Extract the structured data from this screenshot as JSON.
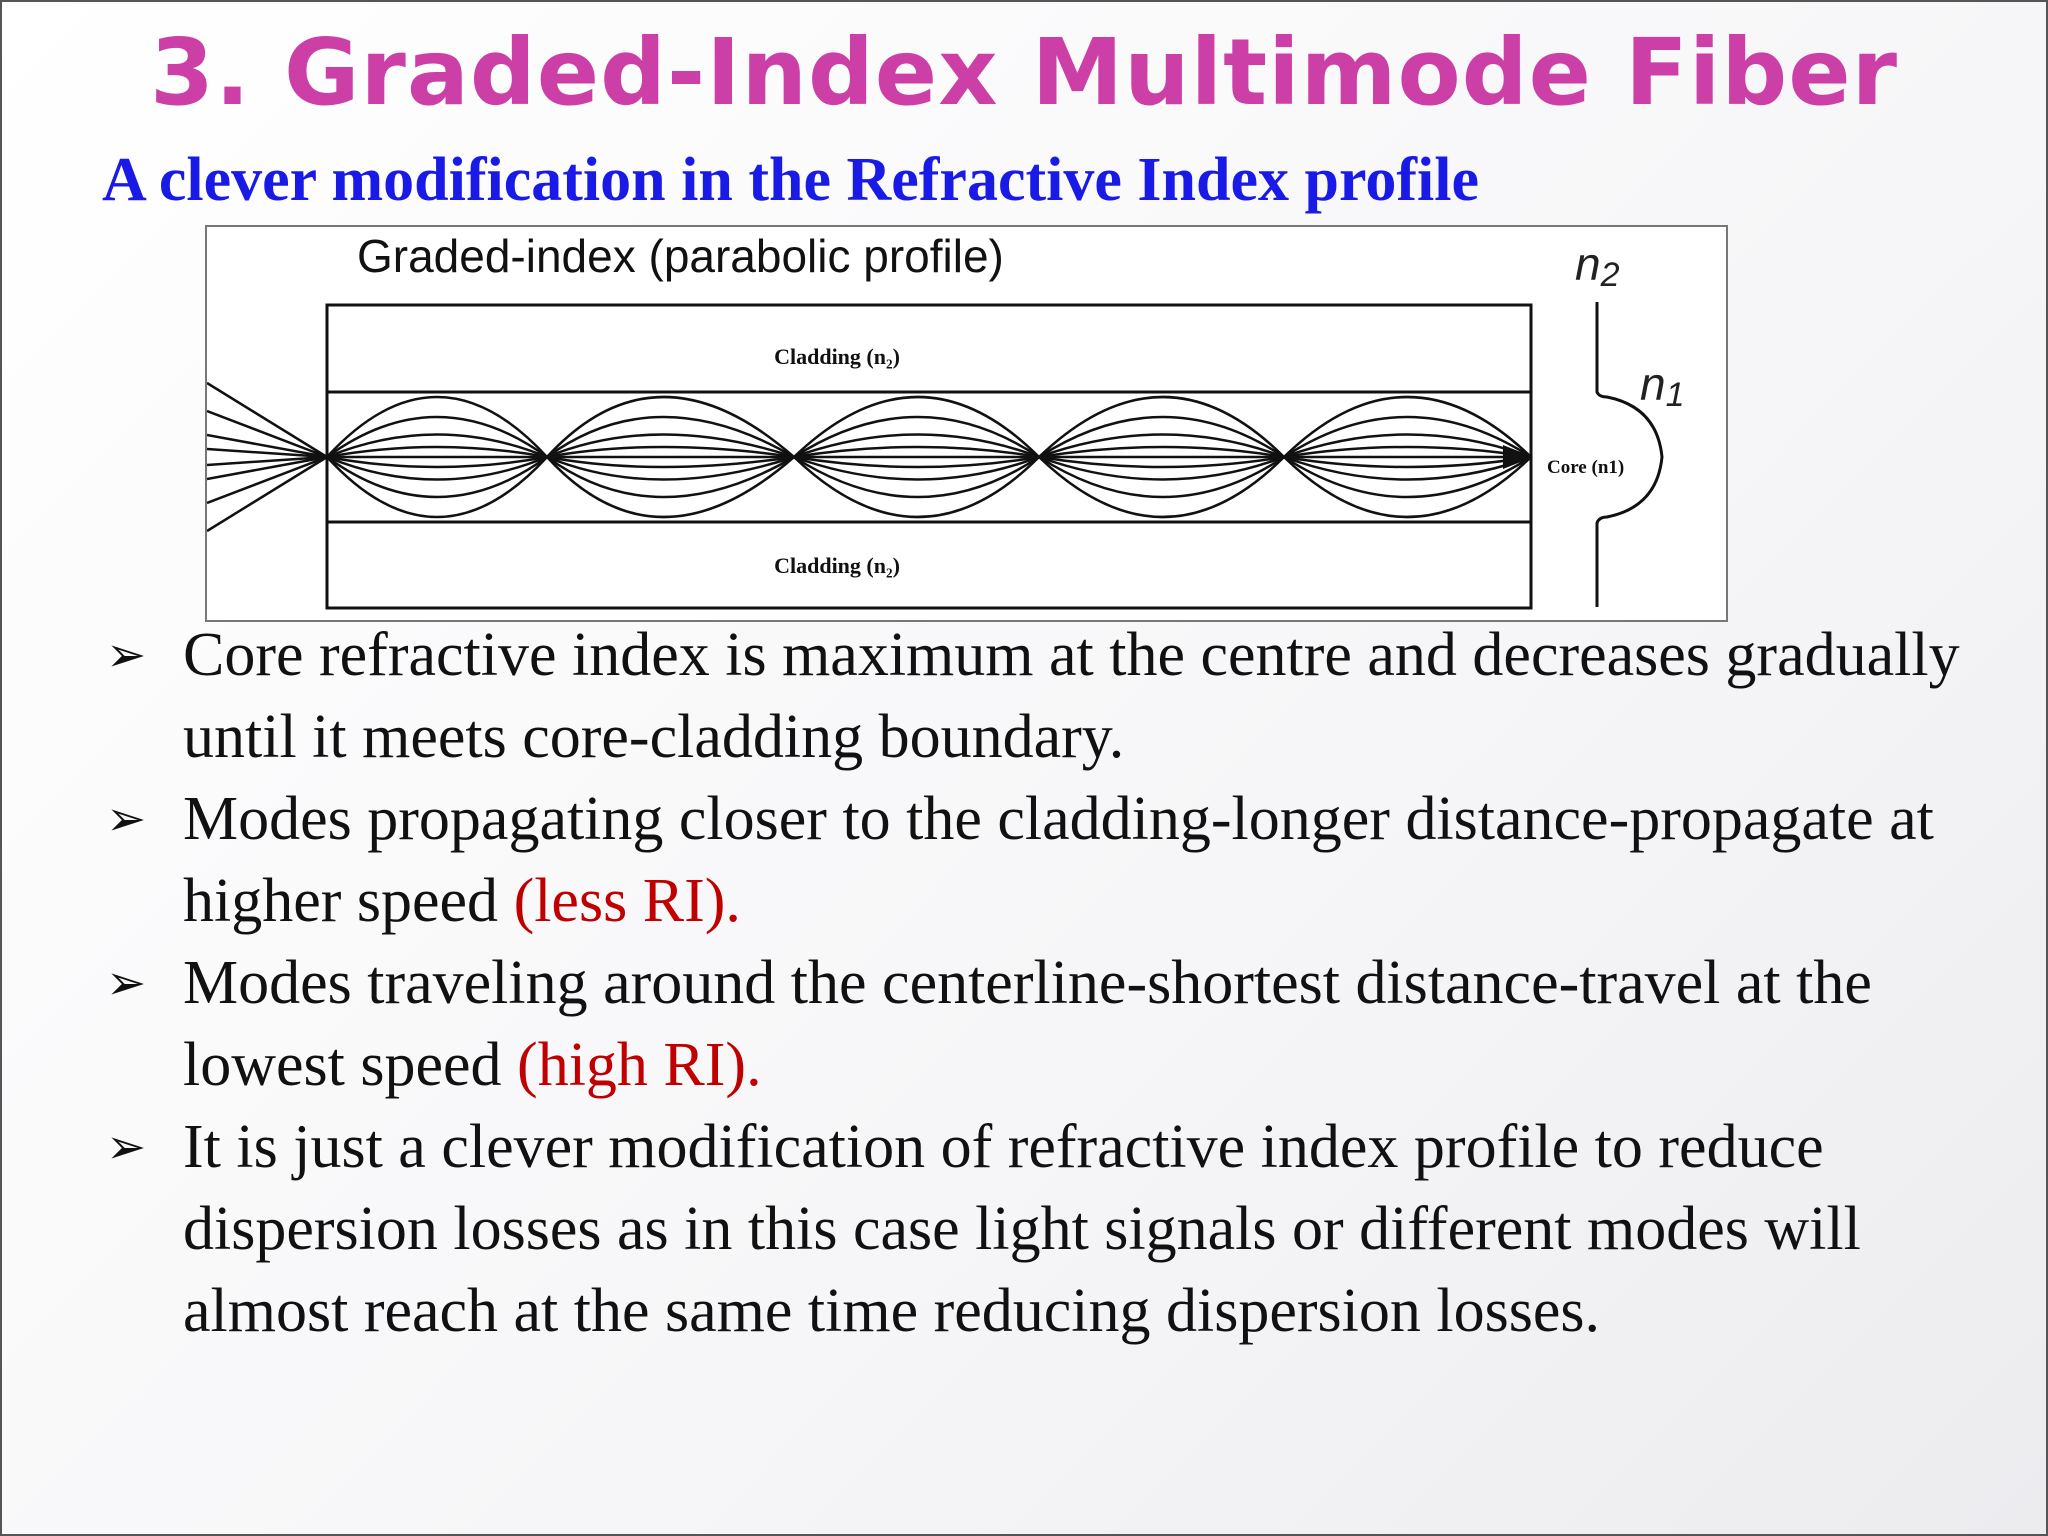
{
  "title": "3. Graded-Index Multimode Fiber",
  "subtitle": "A clever modification in the Refractive Index profile",
  "figure": {
    "heading": "Graded-index (parabolic profile)",
    "cladding_top": "Cladding (n₂)",
    "cladding_bottom": "Cladding (n₂)",
    "core_label": "Core (n1)",
    "n2_base": "n",
    "n2_sub": "2",
    "n1_base": "n",
    "n1_sub": "1"
  },
  "bullets": [
    {
      "marker": "➢",
      "text": "Core refractive index is maximum at the centre and decreases gradually until it meets core-cladding boundary.",
      "highlight": ""
    },
    {
      "marker": "➢",
      "text": "Modes propagating closer to the cladding-longer distance-propagate at higher speed ",
      "highlight": "(less RI)."
    },
    {
      "marker": "➢",
      "text": "Modes traveling around the centerline-shortest distance-travel at the lowest speed ",
      "highlight": "(high RI)."
    },
    {
      "marker": "➢",
      "text": " It is just a clever modification of refractive index profile to reduce dispersion losses as in this case light signals or different modes will almost reach at the same time reducing dispersion losses.",
      "highlight": ""
    }
  ],
  "colors": {
    "title": "#cc3fa6",
    "subtitle": "#1a1ae6",
    "highlight": "#c00000"
  }
}
